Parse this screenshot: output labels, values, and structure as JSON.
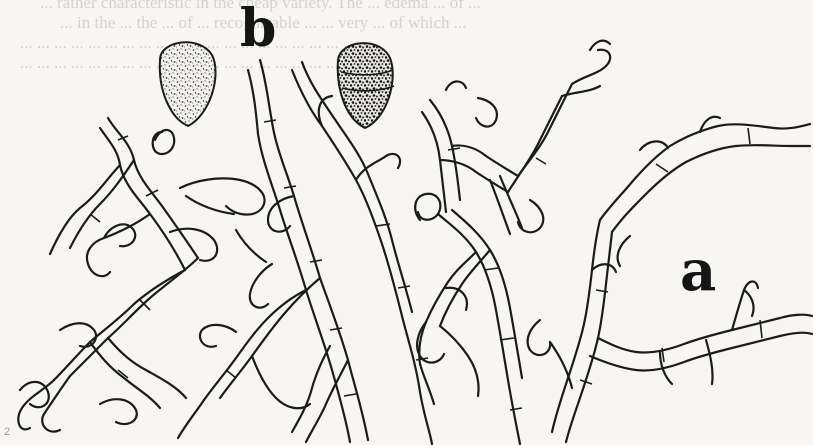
{
  "figure": {
    "labels": {
      "a": "a",
      "b": "b"
    },
    "bleed_through_text": [
      "... rather characteristic in the cheap variety. The ... edema ... of ...",
      "... in the ... the ... of ... recognisable ... ... very ... of which ...",
      "... ... ... ... ... ... ... ... ... ... ... ... ... ... ... ... ... ... ...",
      "... ... ... ... ... ... ... ... ... ... ... ... ... ... ... ... ... ... ..."
    ],
    "page_corner_mark": "2"
  }
}
